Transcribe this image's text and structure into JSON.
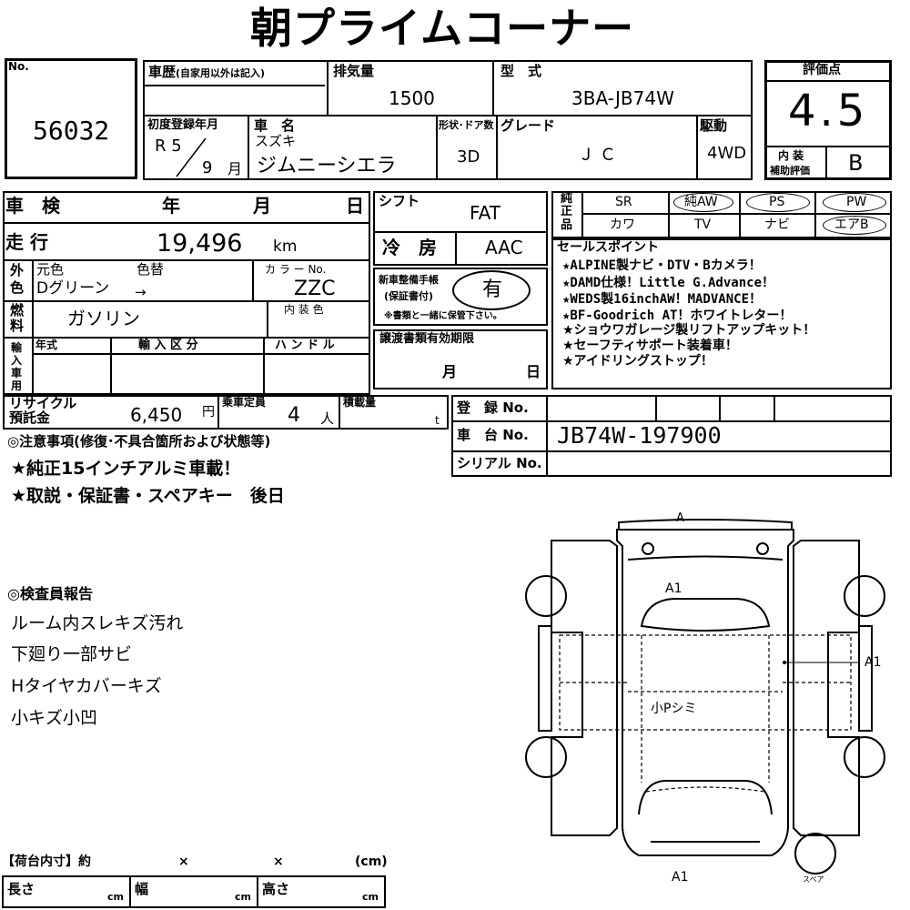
{
  "title": "朝プライムコーナー",
  "no_label": "No.",
  "no_value": "56032",
  "history": {
    "label": "車歴",
    "note": "(自家用以外は記入)"
  },
  "displacement": {
    "label": "排気量",
    "value": "1500"
  },
  "model_type": {
    "label": "型　式",
    "value": "3BA-JB74W"
  },
  "first_reg": {
    "label": "初度登録年月",
    "year": "R 5",
    "month": "9",
    "month_unit": "月"
  },
  "car_name": {
    "label": "車　名",
    "maker": "スズキ",
    "value": "ジムニーシエラ"
  },
  "body_doors": {
    "label": "形状･ドア数",
    "value": "3D"
  },
  "grade": {
    "label": "グレード",
    "value": "ＪＣ"
  },
  "drive": {
    "label": "駆動",
    "value": "4WD"
  },
  "score": {
    "label": "評価点",
    "value": "4.5",
    "interior_label_1": "内 装",
    "interior_label_2": "補助評価",
    "interior_value": "B"
  },
  "inspection": {
    "label": "車　検",
    "year": "年",
    "month": "月",
    "day": "日"
  },
  "shift": {
    "label": "シフト",
    "value": "FAT"
  },
  "mileage": {
    "label": "走 行",
    "value": "19,496",
    "unit": "km"
  },
  "aircon": {
    "label": "冷　房",
    "value": "AAC"
  },
  "color": {
    "label_1": "外",
    "label_2": "色",
    "orig_label": "元色",
    "change_label": "色替",
    "value": "Dグリーン",
    "arrow": "→",
    "code_label": "カ ラ ー No.",
    "code_value": "ZZC",
    "interior_label": "内 装 色"
  },
  "fuel": {
    "label_1": "燃",
    "label_2": "料",
    "value": "ガソリン"
  },
  "service_book": {
    "label_1": "新車整備手帳",
    "label_2": "(保証書付)",
    "value": "有",
    "note": "※書類と一緒に保管下さい。"
  },
  "import": {
    "label_chars": [
      "輸",
      "入",
      "車",
      "用"
    ],
    "year_label": "年式",
    "class_label": "輸 入 区 分",
    "handle_label": "ハ ン ド ル"
  },
  "transfer": {
    "label": "譲渡書類有効期限",
    "month": "月",
    "day": "日"
  },
  "recycle": {
    "label_1": "リサイクル",
    "label_2": "預託金",
    "value": "6,450",
    "unit": "円"
  },
  "capacity": {
    "label": "乗車定員",
    "value": "4",
    "unit": "人"
  },
  "load": {
    "label": "積載量",
    "unit": "t"
  },
  "registration": {
    "label": "登　録 No.",
    "chassis_label": "車　台 No.",
    "chassis_value": "JB74W-197900",
    "serial_label": "シリアル No."
  },
  "equipment": {
    "label_chars": [
      "純",
      "正",
      "品"
    ],
    "row1": [
      "SR",
      "純AW",
      "PS",
      "PW"
    ],
    "row2": [
      "カワ",
      "TV",
      "ナビ",
      "エアB"
    ]
  },
  "selling_points": {
    "label": "セールスポイント",
    "items": [
      "★ALPINE製ナビ・DTV・Bカメラ！",
      "★DAMD仕様！Little G.Advance！",
      "★WEDS製16inchAW！MADVANCE！",
      "★BF-Goodrich AT！ホワイトレター！",
      "★ショウワガレージ製リフトアップキット！",
      "★セーフティサポート装着車！",
      "★アイドリングストップ！"
    ]
  },
  "notes": {
    "label": "◎注意事項(修復･不具合箇所および状態等)",
    "items": [
      "★純正15インチアルミ車載！",
      "★取説・保証書・スペアキー　後日"
    ]
  },
  "inspector": {
    "label": "◎検査員報告",
    "items": [
      "ルーム内スレキズ汚れ",
      "下廻り一部サビ",
      "Hタイヤカバーキズ",
      "小キズ小凹"
    ]
  },
  "diagram": {
    "front_mark": "A",
    "mark_a1_top": "A1",
    "mark_a1_side": "A1",
    "mark_a1_bottom": "A1",
    "center_text": "小Pシミ",
    "spare_label": "スペア"
  },
  "cargo": {
    "label": "【荷台内寸】約",
    "x1": "×",
    "x2": "×",
    "unit": "(cm)",
    "length_label": "長さ",
    "width_label": "幅",
    "height_label": "高さ",
    "cm": "cm"
  }
}
